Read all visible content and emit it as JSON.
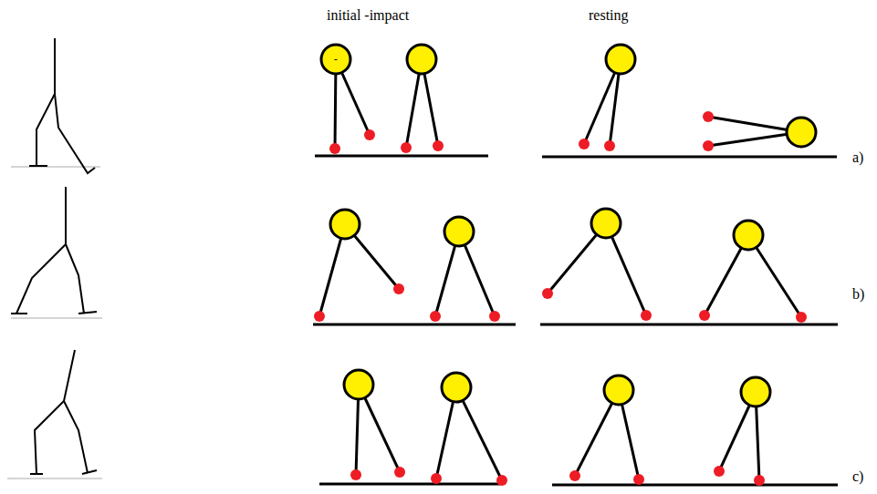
{
  "diagram": {
    "labels": [
      "initial -impact",
      "resting",
      "a)",
      "b)",
      "c)"
    ]
  }
}
